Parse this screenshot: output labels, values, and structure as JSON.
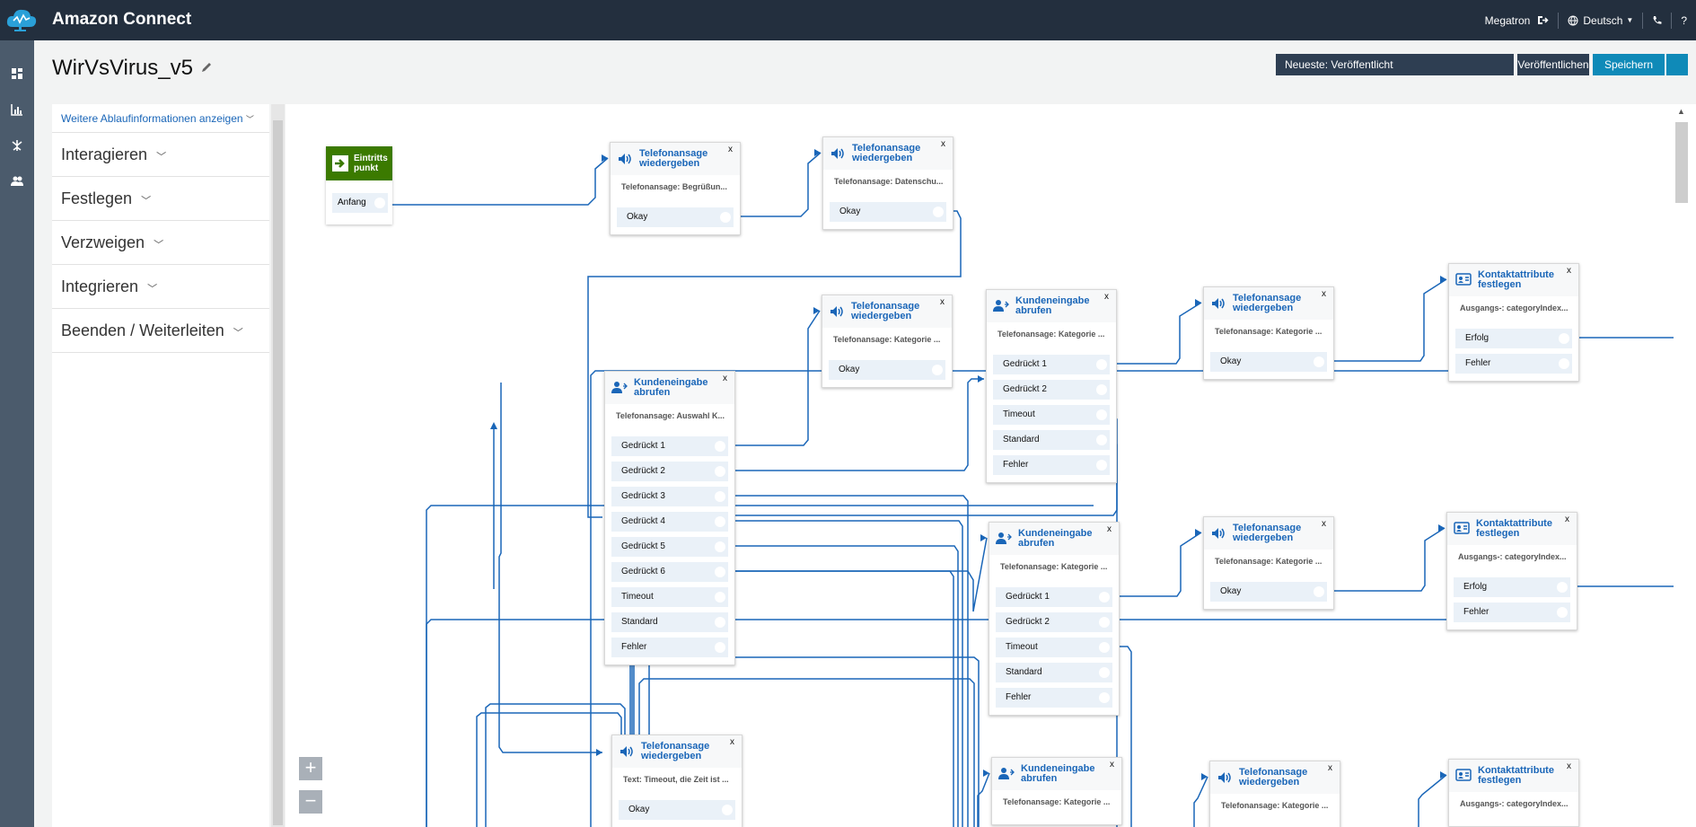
{
  "topbar": {
    "app_title": "Amazon Connect",
    "user": "Megatron",
    "language": "Deutsch",
    "help": "?"
  },
  "header": {
    "flow_title": "WirVsVirus_v5",
    "version_select": "Neueste: Veröffentlicht",
    "publish_label": "Veröffentlichen",
    "save_label": "Speichern"
  },
  "palette": {
    "more_info": "Weitere Ablaufinformationen anzeigen",
    "groups": [
      "Interagieren",
      "Festlegen",
      "Verzweigen",
      "Integrieren",
      "Beenden / Weiterleiten"
    ]
  },
  "canvas": {
    "entry": {
      "title_line1": "Eintritts",
      "title_line2": "punkt",
      "port": "Anfang"
    },
    "blocks": [
      {
        "title1": "Telefonansage",
        "title2": "wiedergeben",
        "sub": "Telefonansage: Begrüßun...",
        "ports": [
          "Okay"
        ],
        "icon": "speaker-icon"
      },
      {
        "title1": "Telefonansage",
        "title2": "wiedergeben",
        "sub": "Telefonansage: Datenschu...",
        "ports": [
          "Okay"
        ],
        "icon": "speaker-icon"
      },
      {
        "title1": "Telefonansage",
        "title2": "wiedergeben",
        "sub": "Telefonansage: Kategorie ...",
        "ports": [
          "Okay"
        ],
        "icon": "speaker-icon"
      },
      {
        "title1": "Kundeneingabe",
        "title2": "abrufen",
        "sub": "Telefonansage: Auswahl K...",
        "ports": [
          "Gedrückt 1",
          "Gedrückt 2",
          "Gedrückt 3",
          "Gedrückt 4",
          "Gedrückt 5",
          "Gedrückt 6",
          "Timeout",
          "Standard",
          "Fehler"
        ],
        "icon": "customer-input-icon"
      },
      {
        "title1": "Kundeneingabe",
        "title2": "abrufen",
        "sub": "Telefonansage: Kategorie ...",
        "ports": [
          "Gedrückt 1",
          "Gedrückt 2",
          "Timeout",
          "Standard",
          "Fehler"
        ],
        "icon": "customer-input-icon"
      },
      {
        "title1": "Telefonansage",
        "title2": "wiedergeben",
        "sub": "Telefonansage: Kategorie ...",
        "ports": [
          "Okay"
        ],
        "icon": "speaker-icon"
      },
      {
        "title1": "Kontaktattribute",
        "title2": "festlegen",
        "sub": "Ausgangs-: categoryIndex...",
        "ports": [
          "Erfolg",
          "Fehler"
        ],
        "icon": "contact-attributes-icon"
      },
      {
        "title1": "Kundeneingabe",
        "title2": "abrufen",
        "sub": "Telefonansage: Kategorie ...",
        "ports": [
          "Gedrückt 1",
          "Gedrückt 2",
          "Timeout",
          "Standard",
          "Fehler"
        ],
        "icon": "customer-input-icon"
      },
      {
        "title1": "Telefonansage",
        "title2": "wiedergeben",
        "sub": "Telefonansage: Kategorie ...",
        "ports": [
          "Okay"
        ],
        "icon": "speaker-icon"
      },
      {
        "title1": "Kontaktattribute",
        "title2": "festlegen",
        "sub": "Ausgangs-: categoryIndex...",
        "ports": [
          "Erfolg",
          "Fehler"
        ],
        "icon": "contact-attributes-icon"
      },
      {
        "title1": "Telefonansage",
        "title2": "wiedergeben",
        "sub": "Text: Timeout, die Zeit ist ...",
        "ports": [
          "Okay"
        ],
        "icon": "speaker-icon"
      },
      {
        "title1": "Kundeneingabe",
        "title2": "abrufen",
        "sub": "Telefonansage: Kategorie ...",
        "ports": [],
        "icon": "customer-input-icon"
      },
      {
        "title1": "Telefonansage",
        "title2": "wiedergeben",
        "sub": "Telefonansage: Kategorie ...",
        "ports": [],
        "icon": "speaker-icon"
      },
      {
        "title1": "Kontaktattribute",
        "title2": "festlegen",
        "sub": "Ausgangs-: categoryIndex...",
        "ports": [],
        "icon": "contact-attributes-icon"
      }
    ],
    "close_label": "x",
    "zoom_in": "+",
    "zoom_out": "−"
  },
  "colors": {
    "topbar": "#232f3e",
    "rail": "#4b5b6c",
    "link": "#1a66b8",
    "wire": "#1a66b8",
    "entry": "#3b7a00",
    "save": "#0f8ab8"
  }
}
